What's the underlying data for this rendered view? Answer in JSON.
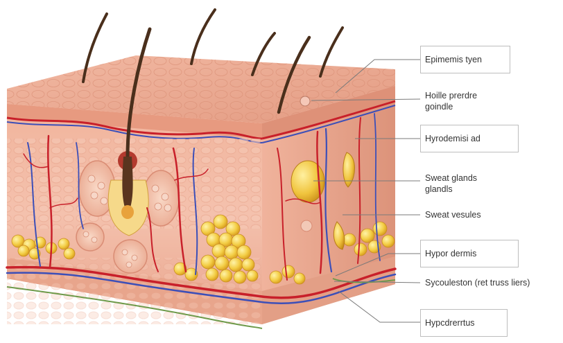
{
  "labels": [
    {
      "id": "epidermis",
      "text": "Epimemis tyen",
      "boxed": true
    },
    {
      "id": "hair-follicle",
      "text": "Hoille prerdre\ngoindle",
      "boxed": false
    },
    {
      "id": "hypodermis-ad",
      "text": "Hyrodemisi ad",
      "boxed": true
    },
    {
      "id": "sweat-glands",
      "text": "Sweat glands\nglandls",
      "boxed": false
    },
    {
      "id": "sweat-vesules",
      "text": "Sweat vesules",
      "boxed": false
    },
    {
      "id": "hypor-dermis",
      "text": "Hypor dermis",
      "boxed": true
    },
    {
      "id": "sycouleston",
      "text": "Sycouleston  (ret truss liers)",
      "boxed": false
    },
    {
      "id": "hypodrerrtus",
      "text": "Hypcdrerrtus",
      "boxed": true
    }
  ],
  "colors": {
    "skin_top": "#e9a98f",
    "skin_side_front": "#f0b7a0",
    "skin_side_right": "#e49d85",
    "dermis": "#f3b9a6",
    "fat": "#f4cd4b",
    "artery": "#c8202a",
    "vein": "#3c4fb8",
    "hair": "#4a2f1c",
    "leader_line": "#7a7a7a"
  }
}
